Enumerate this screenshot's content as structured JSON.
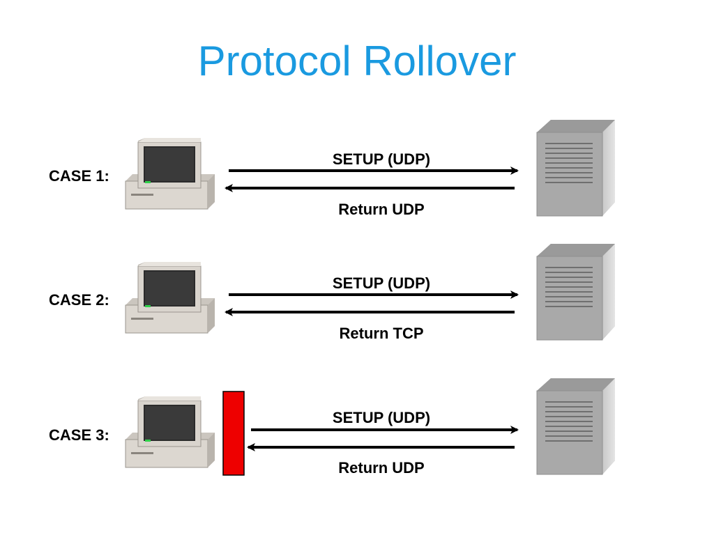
{
  "title": "Protocol Rollover",
  "cases": [
    {
      "label": "CASE 1:",
      "request": "SETUP (UDP)",
      "response": "Return UDP",
      "firewall": false
    },
    {
      "label": "CASE 2:",
      "request": "SETUP (UDP)",
      "response": "Return TCP",
      "firewall": false
    },
    {
      "label": "CASE 3:",
      "request": "SETUP (UDP)",
      "response": "Return UDP",
      "firewall": true
    }
  ],
  "colors": {
    "title": "#1a9ae0",
    "firewall": "#ee0000",
    "arrow": "#000000"
  },
  "icons": {
    "client": "desktop-computer-icon",
    "server": "server-tower-icon",
    "firewall": "firewall-block"
  }
}
